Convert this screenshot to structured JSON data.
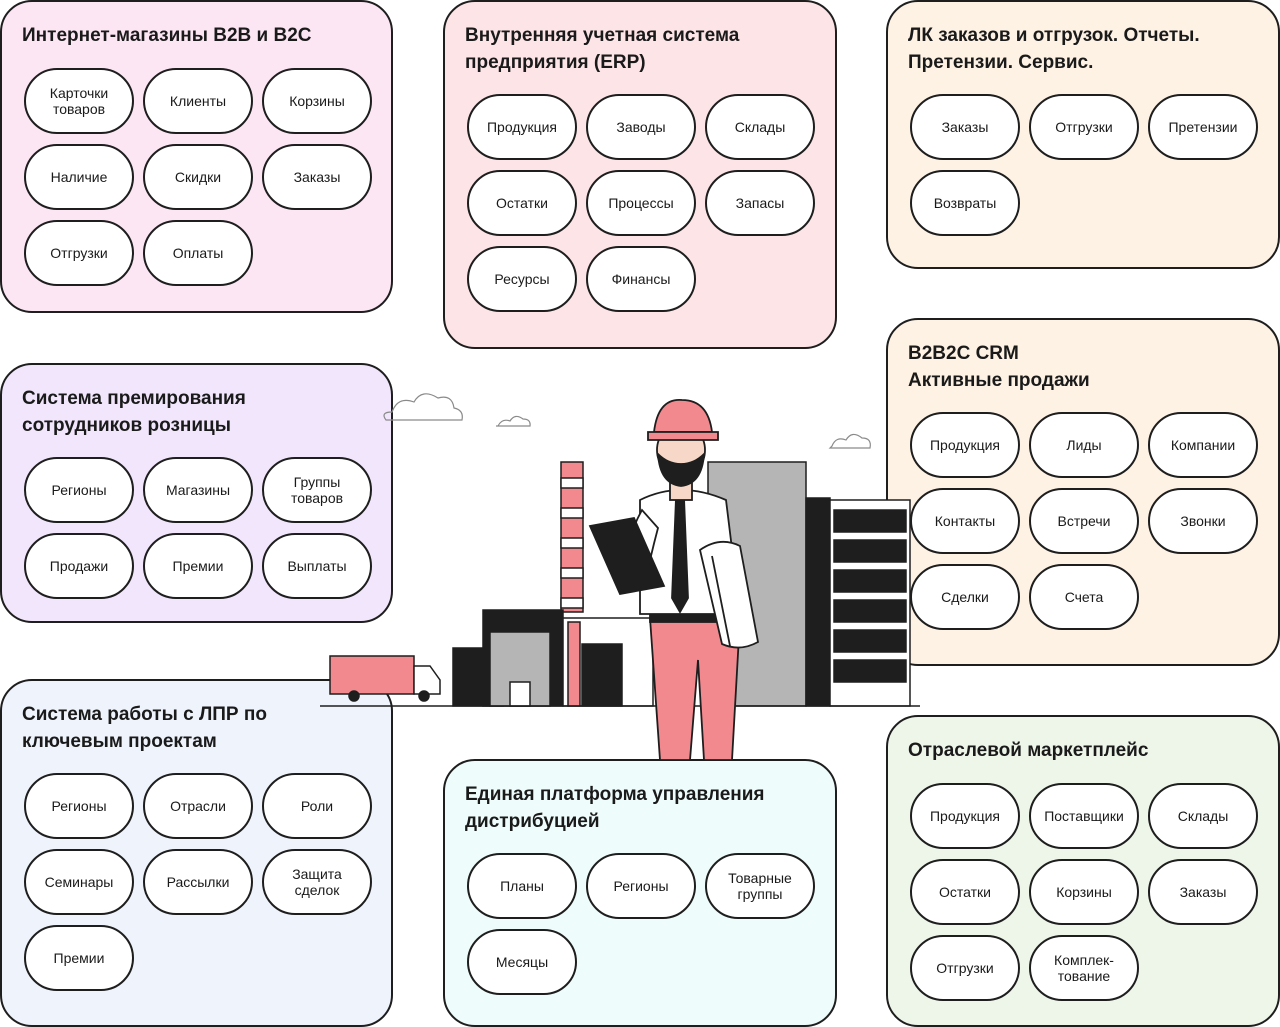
{
  "colors": {
    "pink": "#fde6f4",
    "rose": "#fde4e6",
    "peach": "#fef2e4",
    "lavender": "#f2e6fc",
    "blue": "#eef3fc",
    "mint": "#eefcfb",
    "green": "#eef6ea",
    "accent": "#f2898f",
    "outline": "#1e1e1e"
  },
  "cards": [
    {
      "title": "Интернет-магазины B2B и B2C",
      "items": [
        "Карточки\nтоваров",
        "Клиенты",
        "Корзины",
        "Наличие",
        "Скидки",
        "Заказы",
        "Отгрузки",
        "Оплаты"
      ]
    },
    {
      "title": "Внутренняя учетная система\nпредприятия (ERP)",
      "items": [
        "Продукция",
        "Заводы",
        "Склады",
        "Остатки",
        "Процессы",
        "Запасы",
        "Ресурсы",
        "Финансы"
      ]
    },
    {
      "title": "ЛК заказов и отгрузок. Отчеты.\nПретензии. Сервис.",
      "items": [
        "Заказы",
        "Отгрузки",
        "Претензии",
        "Возвраты"
      ]
    },
    {
      "title": "Система премирования\nсотрудников розницы",
      "items": [
        "Регионы",
        "Магазины",
        "Группы\nтоваров",
        "Продажи",
        "Премии",
        "Выплаты"
      ]
    },
    {
      "title": "B2B2C CRM\nАктивные продажи",
      "items": [
        "Продукция",
        "Лиды",
        "Компании",
        "Контакты",
        "Встречи",
        "Звонки",
        "Сделки",
        "Счета"
      ]
    },
    {
      "title": "Система работы с ЛПР по\nключевым проектам",
      "items": [
        "Регионы",
        "Отрасли",
        "Роли",
        "Семинары",
        "Рассылки",
        "Защита\nсделок",
        "Премии"
      ]
    },
    {
      "title": "Единая платформа управления\nдистрибуцией",
      "items": [
        "Планы",
        "Регионы",
        "Товарные\nгруппы",
        "Месяцы"
      ]
    },
    {
      "title": "Отраслевой маркетплейс",
      "items": [
        "Продукция",
        "Поставщики",
        "Склады",
        "Остатки",
        "Корзины",
        "Заказы",
        "Отгрузки",
        "Комплек-\nтование"
      ]
    }
  ]
}
